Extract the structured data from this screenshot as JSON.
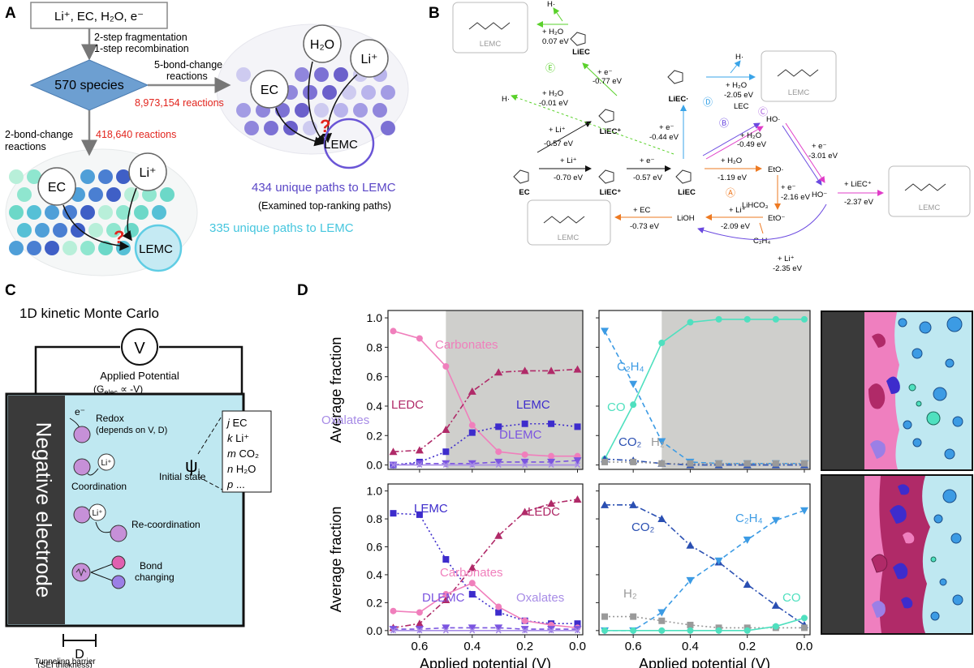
{
  "panel_labels": {
    "a": "A",
    "b": "B",
    "c": "C",
    "d": "D"
  },
  "panel_a": {
    "start_box": "Li⁺, EC, H₂O, e⁻",
    "fragmentation_1": "2-step fragmentation",
    "fragmentation_2": "1-step recombination",
    "species": "570 species",
    "five_bond_1": "5-bond-change",
    "five_bond_2": "reactions",
    "five_bond_count": "8,973,154 reactions",
    "two_bond_1": "2-bond-change",
    "two_bond_2": "reactions",
    "two_bond_count": "418,640 reactions",
    "paths_434": "434 unique paths to LEMC",
    "examined": "(Examined top-ranking paths)",
    "paths_335": "335 unique paths to LEMC",
    "node_ec": "EC",
    "node_h2o": "H₂O",
    "node_li": "Li⁺",
    "node_lemc": "LEMC",
    "question": "?"
  },
  "panel_b": {
    "lemc": "LEMC",
    "ec": "EC",
    "liec_plus": "LiEC⁺",
    "liec": "LiEC",
    "liec_rad": "LiEC·",
    "lec": "LEC",
    "lihco3": "LiHCO₃",
    "lioh": "LiOH",
    "c2h4": "C₂H₄",
    "h_rad": "H·",
    "ho_rad": "HO·",
    "ho_minus": "HO⁻",
    "eto_rad": "EtO·",
    "eto_minus": "EtO⁻",
    "li_plus": "+ Li⁺",
    "e_minus": "+ e⁻",
    "h2o": "+ H₂O",
    "ec_add": "+ EC",
    "liec_add": "+ LiEC⁺",
    "energies": {
      "step_ec_li": "-0.70 eV",
      "step_liecp_e": "-0.57 eV",
      "step_liec_upper_li": "-0.57 eV",
      "step_h2o_top": "0.07 eV",
      "step_e_top": "-0.77 eV",
      "step_h2o_left": "-0.01 eV",
      "step_e_mid": "-0.44 eV",
      "step_h2o_right": "-2.05 eV",
      "step_h2o_b": "-0.49 eV",
      "step_e_ho": "-3.01 eV",
      "step_h2o_a": "-1.19 eV",
      "step_e_eto": "-2.16 eV",
      "step_liec_final": "-2.37 eV",
      "step_li_eto": "-2.09 eV",
      "step_ec_lioh": "-0.73 eV",
      "step_li_ho": "-2.35 eV"
    },
    "route_labels": {
      "a": "Ⓐ",
      "b": "Ⓑ",
      "c": "Ⓒ",
      "d": "Ⓓ",
      "e": "Ⓔ"
    }
  },
  "panel_c": {
    "title": "1D kinetic Monte Carlo",
    "voltmeter": "V",
    "applied_potential": "Applied Potential",
    "gelec": "(G",
    "gelec_sub": "elec",
    "gelec_tail": " ∝ -V)",
    "electrode": "Negative electrode",
    "redox_e": "e⁻",
    "redox_1": "Redox",
    "redox_2": "(depends on V, D)",
    "li": "Li⁺",
    "coordination": "Coordination",
    "recoordination": "Re-coordination",
    "bond_1": "Bond",
    "bond_2": "changing",
    "psi": "ψ",
    "psi_sub": "i",
    "initial_state": "Initial state",
    "state_items": [
      {
        "coef": "j",
        "species": " EC"
      },
      {
        "coef": "k",
        "species": " Li⁺"
      },
      {
        "coef": "m",
        "species": " CO₂"
      },
      {
        "coef": "n",
        "species": " H₂O"
      },
      {
        "coef": "p",
        "species": " ..."
      }
    ],
    "barrier_label": "D",
    "tunneling_1": "Tunneling barrier",
    "tunneling_2": "(SEI thickness)"
  },
  "colors": {
    "carbonates": "#f07fbc",
    "ledc": "#b02a68",
    "lemc": "#3d2ccc",
    "oxalates": "#a78ce6",
    "dlemc": "#7b55e0",
    "co": "#4fe0bf",
    "c2h4": "#3c9be4",
    "co2": "#2a4fb2",
    "h2": "#9a9a9a",
    "shade": "#cfcfcc",
    "electrolyte": "#bfe8f1",
    "electrode": "#3a3a3a"
  },
  "chart_data": [
    {
      "type": "line",
      "panel": "D-top-left",
      "xlabel": "",
      "ylabel": "Average fraction",
      "xlim": [
        0.72,
        -0.02
      ],
      "ylim": [
        -0.03,
        1.05
      ],
      "yticks": [
        "0.0",
        "0.2",
        "0.4",
        "0.6",
        "0.8",
        "1.0"
      ],
      "shaded_x": [
        0.5,
        0.0
      ],
      "x": [
        0.7,
        0.6,
        0.5,
        0.4,
        0.3,
        0.2,
        0.1,
        0.0
      ],
      "series": [
        {
          "name": "Carbonates",
          "marker": "circle",
          "dash": "solid",
          "values": [
            0.91,
            0.86,
            0.67,
            0.27,
            0.09,
            0.07,
            0.06,
            0.06
          ]
        },
        {
          "name": "LEDC",
          "marker": "triangle",
          "dash": "dashdot",
          "values": [
            0.09,
            0.1,
            0.24,
            0.5,
            0.63,
            0.64,
            0.64,
            0.65
          ]
        },
        {
          "name": "LEMC",
          "marker": "square",
          "dash": "dotted",
          "values": [
            0.0,
            0.02,
            0.09,
            0.22,
            0.26,
            0.28,
            0.28,
            0.26
          ]
        },
        {
          "name": "DLEMC",
          "marker": "triangle-down",
          "dash": "dashed",
          "values": [
            0.0,
            0.01,
            0.01,
            0.01,
            0.02,
            0.02,
            0.02,
            0.03
          ]
        },
        {
          "name": "Oxalates",
          "marker": "x",
          "dash": "solid",
          "values": [
            0.0,
            0.0,
            0.0,
            0.0,
            0.0,
            0.0,
            0.0,
            0.0
          ]
        }
      ]
    },
    {
      "type": "line",
      "panel": "D-top-right",
      "xlabel": "",
      "ylabel": "",
      "xlim": [
        0.72,
        -0.02
      ],
      "ylim": [
        -0.03,
        1.05
      ],
      "shaded_x": [
        0.5,
        0.0
      ],
      "x": [
        0.7,
        0.6,
        0.5,
        0.4,
        0.3,
        0.2,
        0.1,
        0.0
      ],
      "series": [
        {
          "name": "CO",
          "marker": "circle",
          "dash": "solid",
          "values": [
            0.04,
            0.41,
            0.83,
            0.97,
            0.99,
            0.99,
            0.99,
            0.99
          ]
        },
        {
          "name": "C₂H₄",
          "marker": "triangle-down",
          "dash": "dashed",
          "values": [
            0.91,
            0.55,
            0.16,
            0.02,
            0.01,
            0.01,
            0.01,
            0.01
          ]
        },
        {
          "name": "CO₂",
          "marker": "triangle",
          "dash": "dashdot",
          "values": [
            0.04,
            0.03,
            0.01,
            0.0,
            0.0,
            0.0,
            0.0,
            0.0
          ]
        },
        {
          "name": "H₂",
          "marker": "square",
          "dash": "dotted",
          "values": [
            0.02,
            0.02,
            0.01,
            0.01,
            0.01,
            0.01,
            0.01,
            0.01
          ]
        }
      ]
    },
    {
      "type": "line",
      "panel": "D-bottom-left",
      "xlabel": "Applied potential (V)",
      "ylabel": "Average fraction",
      "xlim": [
        0.72,
        -0.02
      ],
      "ylim": [
        -0.03,
        1.05
      ],
      "yticks": [
        "0.0",
        "0.2",
        "0.4",
        "0.6",
        "0.8",
        "1.0"
      ],
      "xticks": [
        "0.6",
        "0.4",
        "0.2",
        "0.0"
      ],
      "x": [
        0.7,
        0.6,
        0.5,
        0.4,
        0.3,
        0.2,
        0.1,
        0.0
      ],
      "series": [
        {
          "name": "LEMC",
          "marker": "square",
          "dash": "dotted",
          "values": [
            0.84,
            0.83,
            0.51,
            0.26,
            0.13,
            0.07,
            0.05,
            0.05
          ]
        },
        {
          "name": "LEDC",
          "marker": "triangle",
          "dash": "dashdot",
          "values": [
            0.02,
            0.05,
            0.22,
            0.45,
            0.68,
            0.85,
            0.91,
            0.94
          ]
        },
        {
          "name": "Carbonates",
          "marker": "circle",
          "dash": "solid",
          "values": [
            0.14,
            0.13,
            0.26,
            0.34,
            0.17,
            0.07,
            0.04,
            0.02
          ]
        },
        {
          "name": "DLEMC",
          "marker": "triangle-down",
          "dash": "dashed",
          "values": [
            0.01,
            0.01,
            0.02,
            0.02,
            0.02,
            0.01,
            0.01,
            0.01
          ]
        },
        {
          "name": "Oxalates",
          "marker": "x",
          "dash": "solid",
          "values": [
            0.0,
            0.0,
            0.0,
            0.0,
            0.0,
            0.0,
            0.0,
            0.0
          ]
        }
      ]
    },
    {
      "type": "line",
      "panel": "D-bottom-right",
      "xlabel": "Applied potential (V)",
      "ylabel": "",
      "xlim": [
        0.72,
        -0.02
      ],
      "ylim": [
        -0.03,
        1.05
      ],
      "xticks": [
        "0.6",
        "0.4",
        "0.2",
        "0.0"
      ],
      "x": [
        0.7,
        0.6,
        0.5,
        0.4,
        0.3,
        0.2,
        0.1,
        0.0
      ],
      "series": [
        {
          "name": "CO₂",
          "marker": "triangle",
          "dash": "dashdot",
          "values": [
            0.9,
            0.9,
            0.8,
            0.61,
            0.49,
            0.33,
            0.18,
            0.04
          ]
        },
        {
          "name": "C₂H₄",
          "marker": "triangle-down",
          "dash": "dashed",
          "values": [
            0.0,
            0.0,
            0.13,
            0.36,
            0.5,
            0.65,
            0.79,
            0.86
          ]
        },
        {
          "name": "H₂",
          "marker": "square",
          "dash": "dotted",
          "values": [
            0.1,
            0.1,
            0.07,
            0.04,
            0.02,
            0.02,
            0.02,
            0.02
          ]
        },
        {
          "name": "CO",
          "marker": "circle",
          "dash": "solid",
          "values": [
            0.0,
            0.0,
            0.0,
            0.0,
            0.0,
            0.0,
            0.03,
            0.09
          ]
        }
      ]
    }
  ],
  "chart_labels": {
    "tl": {
      "carbonates": "Carbonates",
      "ledc": "LEDC",
      "lemc": "LEMC",
      "oxalates": "Oxalates",
      "dlemc": "DLEMC"
    },
    "tr": {
      "c2h4": "C₂H₄",
      "co": "CO",
      "co2": "CO₂",
      "h2": "H₂"
    },
    "bl": {
      "lemc": "LEMC",
      "ledc": "LEDC",
      "carbonates": "Carbonates",
      "dlemc": "DLEMC",
      "oxalates": "Oxalates"
    },
    "br": {
      "co2": "CO₂",
      "c2h4": "C₂H₄",
      "h2": "H₂",
      "co": "CO"
    }
  }
}
